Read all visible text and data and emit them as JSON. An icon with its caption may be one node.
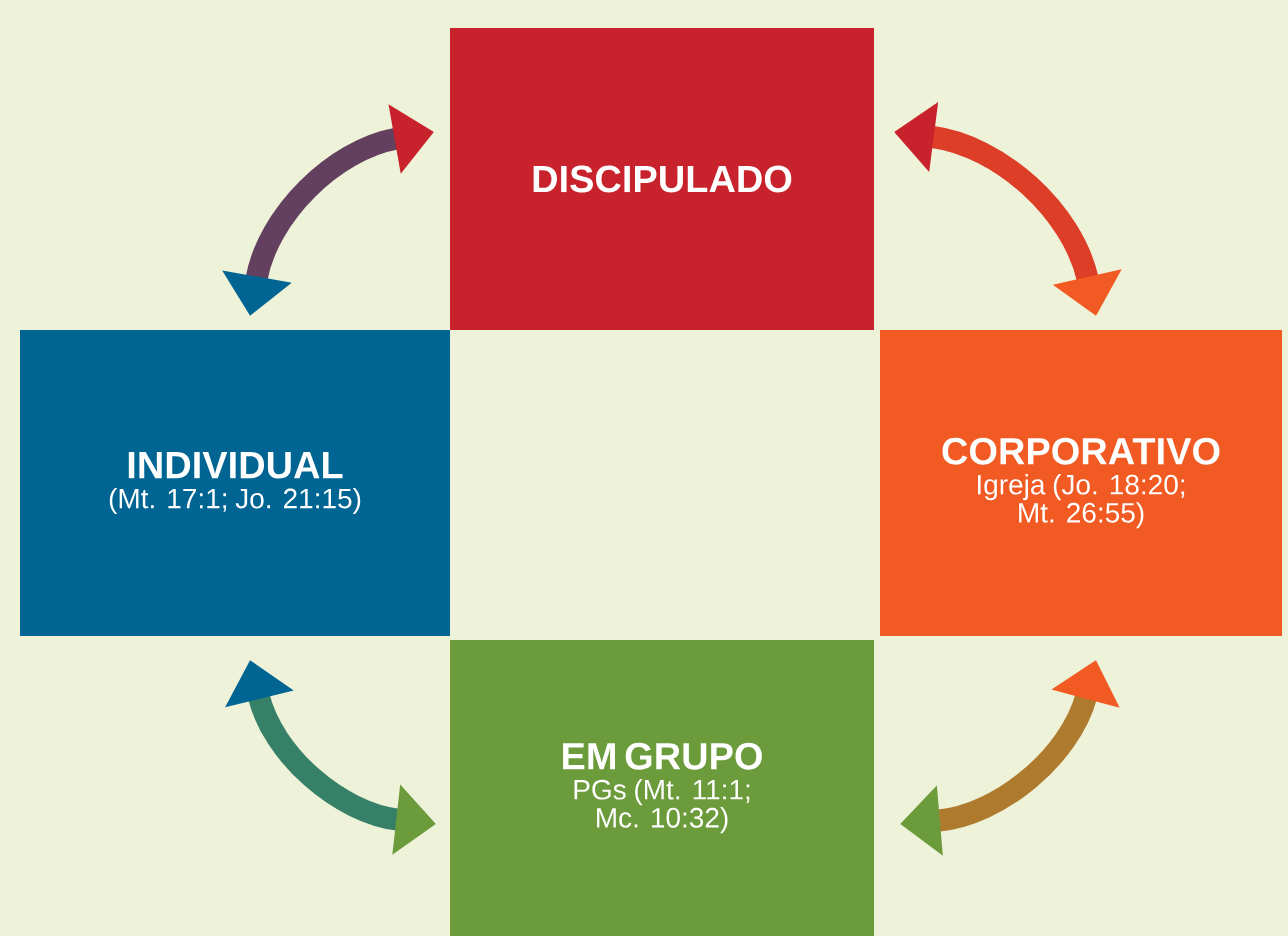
{
  "diagram": {
    "nodes": [
      {
        "text": [
          "DISCIPULADO"
        ]
      },
      {
        "text": [
          "INDIVIDUAL",
          "(Mt. 17:1; Jo. 21:15)"
        ]
      },
      {
        "text": [
          "CORPORATIVO",
          "Igreja (Jo. 18:20; Mt. 26:55)"
        ]
      },
      {
        "text": [
          "EM GRUPO",
          "PGs (Mt. 11:1; Mc. 10:32)"
        ]
      }
    ],
    "edges": [
      {
        "from": 0,
        "to": 1,
        "arrow": "both",
        "color": "#63405f"
      },
      {
        "from": 0,
        "to": 2,
        "arrow": "both",
        "color": "#dd3e27"
      },
      {
        "from": 1,
        "to": 3,
        "arrow": "both",
        "color": "#368067"
      },
      {
        "from": 2,
        "to": 3,
        "arrow": "both",
        "color": "#ae7a2e"
      }
    ]
  }
}
